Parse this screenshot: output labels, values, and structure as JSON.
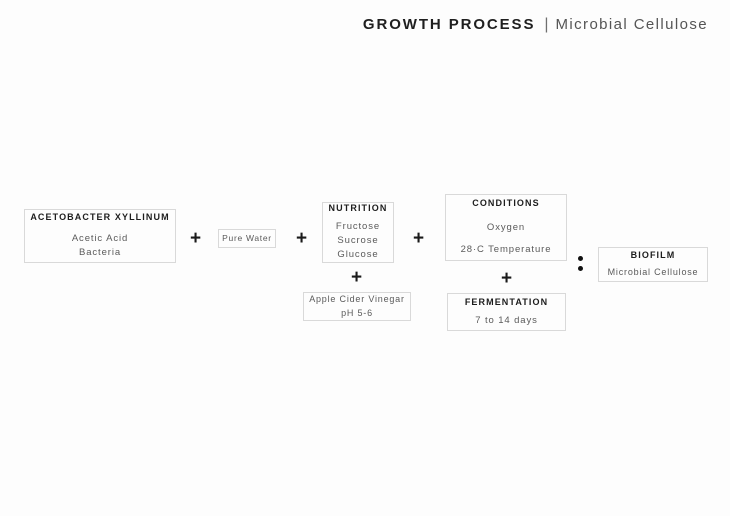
{
  "header": {
    "title_main": "GROWTH PROCESS",
    "separator": "|",
    "title_sub": "Microbial Cellulose"
  },
  "operators": {
    "plus": "+",
    "equals_dot": ""
  },
  "diagram": {
    "acetobacter": {
      "title": "ACETOBACTER XYLLINUM",
      "line1": "Acetic Acid",
      "line2": "Bacteria"
    },
    "pure_water": {
      "label": "Pure Water"
    },
    "nutrition": {
      "title": "NUTRITION",
      "line1": "Fructose",
      "line2": "Sucrose",
      "line3": "Glucose"
    },
    "vinegar": {
      "line1": "Apple Cider Vinegar",
      "line2": "pH 5-6"
    },
    "conditions": {
      "title": "CONDITIONS",
      "line1": "Oxygen",
      "line2": "28·C Temperature"
    },
    "fermentation": {
      "title": "FERMENTATION",
      "line1": "7 to 14 days"
    },
    "biofilm": {
      "title": "BIOFILM",
      "line1": "Microbial Cellulose"
    }
  }
}
